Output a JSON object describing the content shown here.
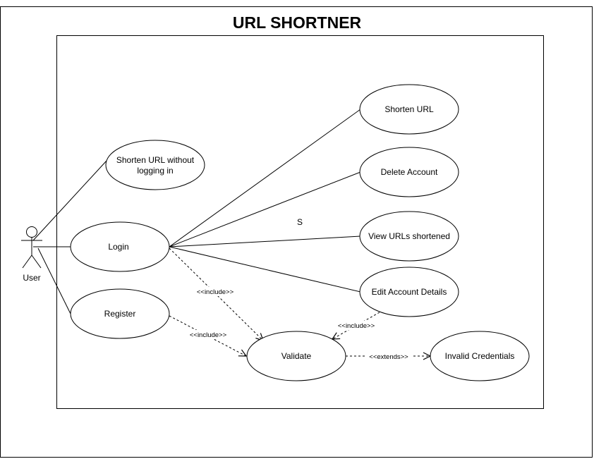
{
  "title": "URL SHORTNER",
  "actor": {
    "label": "User"
  },
  "use_cases": {
    "shorten_url_without_login": [
      "Shorten URL without",
      "logging in"
    ],
    "login": "Login",
    "register": "Register",
    "shorten_url": "Shorten URL",
    "delete_account": "Delete Account",
    "view_urls": "View URLs shortened",
    "edit_account": "Edit Account Details",
    "validate": "Validate",
    "invalid_credentials": "Invalid Credentials"
  },
  "relations": {
    "login_validate": "<<include>>",
    "register_validate": "<<include>>",
    "edit_validate": "<<include>>",
    "validate_invalid": "<<extends>>"
  },
  "stray_label": "S",
  "colors": {
    "line": "#000000",
    "background": "#ffffff"
  }
}
